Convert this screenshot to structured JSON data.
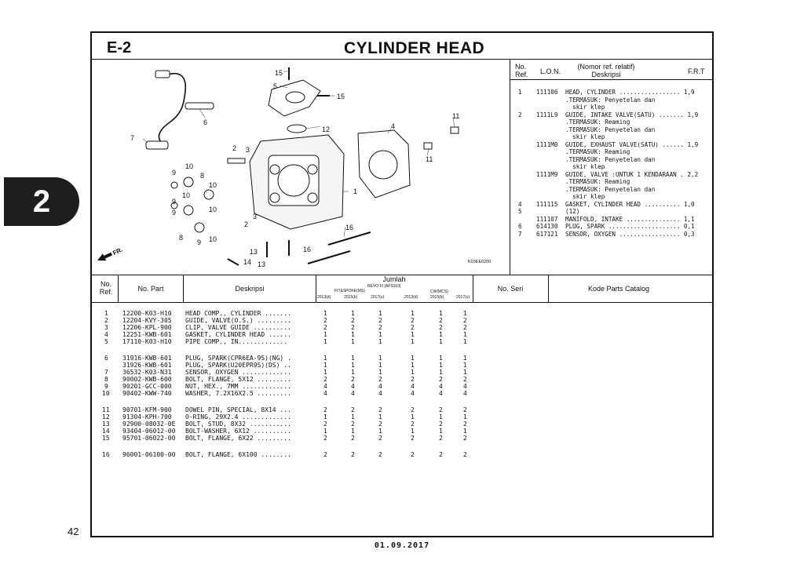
{
  "section": {
    "tab_number": "2",
    "code": "E-2",
    "title": "CYLINDER HEAD"
  },
  "page": {
    "number": "42",
    "date": "01.09.2017"
  },
  "diagram": {
    "code": "K03EE0200",
    "front_label": "FR.",
    "callouts": [
      "15",
      "5",
      "15",
      "12",
      "11",
      "4",
      "11",
      "6",
      "7",
      "2",
      "3",
      "10",
      "8",
      "9",
      "10",
      "10",
      "9",
      "9",
      "10",
      "3",
      "2",
      "1",
      "16",
      "13",
      "16",
      "13",
      "14",
      "8",
      "9",
      "10"
    ]
  },
  "ref_table": {
    "headers": {
      "no_ref": "No.\nRef.",
      "lon": "L.O.N.",
      "deskripsi": "(Nomor ref. relatif)\nDeskripsi",
      "frt": "F.R.T"
    },
    "rows": [
      {
        "ref": "1",
        "lon": "111106",
        "text": "HEAD, CYLINDER ................. 1,9"
      },
      {
        "ref": "",
        "lon": "",
        "text": ".TERMASUK: Penyetelan dan"
      },
      {
        "ref": "",
        "lon": "",
        "text": "  skir klep"
      },
      {
        "ref": "2",
        "lon": "1111L9",
        "text": "GUIDE, INTAKE VALVE(SATU) ....... 1,9"
      },
      {
        "ref": "",
        "lon": "",
        "text": ".TERMASUK: Reaming"
      },
      {
        "ref": "",
        "lon": "",
        "text": ".TERMASUK: Penyetelan dan"
      },
      {
        "ref": "",
        "lon": "",
        "text": "  skir klep"
      },
      {
        "ref": "",
        "lon": "1111M0",
        "text": "GUIDE, EXHAUST VALVE(SATU) ...... 1,9"
      },
      {
        "ref": "",
        "lon": "",
        "text": ".TERMASUK: Reaming"
      },
      {
        "ref": "",
        "lon": "",
        "text": ".TERMASUK: Penyetelan dan"
      },
      {
        "ref": "",
        "lon": "",
        "text": "  skir klep"
      },
      {
        "ref": "",
        "lon": "1111M9",
        "text": "GUIDE, VALVE :UNTUK 1 KENDARAAN . 2,2"
      },
      {
        "ref": "",
        "lon": "",
        "text": ".TERMASUK: Reaming"
      },
      {
        "ref": "",
        "lon": "",
        "text": ".TERMASUK: Penyetelan dan"
      },
      {
        "ref": "",
        "lon": "",
        "text": "  skir klep"
      },
      {
        "ref": "4",
        "lon": "111115",
        "text": "GASKET, CYLINDER HEAD .......... 1,0"
      },
      {
        "ref": "5",
        "lon": "",
        "text": "(12)"
      },
      {
        "ref": "",
        "lon": "111107",
        "text": "MANIFOLD, INTAKE ............... 1,1"
      },
      {
        "ref": "6",
        "lon": "614130",
        "text": "PLUG, SPARK .................... 0,1"
      },
      {
        "ref": "7",
        "lon": "617121",
        "text": "SENSOR, OXYGEN ................. 0,3"
      }
    ]
  },
  "parts_table": {
    "headers": {
      "no_ref": "No.\nRef.",
      "no_part": "No. Part",
      "deskripsi": "Deskripsi",
      "jumlah": "Jumlah",
      "group1": "REVO FI (AFS110)",
      "group2": "FIT&SPOKE(MS)",
      "group3": "CW(MCS)",
      "years": [
        "2013(d)",
        "2015(b)",
        "2017(u)",
        "2013(d)",
        "2015(b)",
        "2017(u)"
      ],
      "no_seri": "No. Seri",
      "kode": "Kode Parts Catalog"
    },
    "rows": [
      {
        "ref": "1",
        "part": "12200-K03-H10",
        "desc": "HEAD COMP., CYLINDER .......",
        "qty": [
          "1",
          "1",
          "1",
          "1",
          "1",
          "1"
        ]
      },
      {
        "ref": "2",
        "part": "12204-KVY-305",
        "desc": "GUIDE, VALVE(O.S.) .........",
        "qty": [
          "2",
          "2",
          "2",
          "2",
          "2",
          "2"
        ]
      },
      {
        "ref": "3",
        "part": "12206-KPL-900",
        "desc": "CLIP, VALVE GUIDE ..........",
        "qty": [
          "2",
          "2",
          "2",
          "2",
          "2",
          "2"
        ]
      },
      {
        "ref": "4",
        "part": "12251-KWB-601",
        "desc": "GASKET, CYLINDER HEAD ......",
        "qty": [
          "1",
          "1",
          "1",
          "1",
          "1",
          "1"
        ]
      },
      {
        "ref": "5",
        "part": "17110-K03-H10",
        "desc": "PIPE COMP., IN.............",
        "qty": [
          "1",
          "1",
          "1",
          "1",
          "1",
          "1"
        ]
      },
      {
        "ref": "6",
        "part": "31916-KWB-601",
        "desc": "PLUG, SPARK(CPR6EA-9S)(NG) .",
        "qty": [
          "1",
          "1",
          "1",
          "1",
          "1",
          "1"
        ]
      },
      {
        "ref": "",
        "part": "31926-KWB-601",
        "desc": "PLUG, SPARK(U20EPR9S)(DS) ..",
        "qty": [
          "1",
          "1",
          "1",
          "1",
          "1",
          "1"
        ]
      },
      {
        "ref": "7",
        "part": "36532-K03-N31",
        "desc": "SENSOR, OXYGEN .............",
        "qty": [
          "1",
          "1",
          "1",
          "1",
          "1",
          "1"
        ]
      },
      {
        "ref": "8",
        "part": "90002-KWB-600",
        "desc": "BOLT, FLANGE, 5X12 .........",
        "qty": [
          "2",
          "2",
          "2",
          "2",
          "2",
          "2"
        ]
      },
      {
        "ref": "9",
        "part": "90201-GCC-000",
        "desc": "NUT, HEX., 7MM .............",
        "qty": [
          "4",
          "4",
          "4",
          "4",
          "4",
          "4"
        ]
      },
      {
        "ref": "10",
        "part": "90402-KWW-740",
        "desc": "WASHER, 7.2X16X2.5 .........",
        "qty": [
          "4",
          "4",
          "4",
          "4",
          "4",
          "4"
        ]
      },
      {
        "ref": "11",
        "part": "90701-KFM-900",
        "desc": "DOWEL PIN, SPECIAL, 8X14 ...",
        "qty": [
          "2",
          "2",
          "2",
          "2",
          "2",
          "2"
        ]
      },
      {
        "ref": "12",
        "part": "91304-KPH-700",
        "desc": "O-RING, 29X2.4 .............",
        "qty": [
          "1",
          "1",
          "1",
          "1",
          "1",
          "1"
        ]
      },
      {
        "ref": "13",
        "part": "92900-08032-0E",
        "desc": "BOLT, STUD, 8X32 ...........",
        "qty": [
          "2",
          "2",
          "2",
          "2",
          "2",
          "2"
        ]
      },
      {
        "ref": "14",
        "part": "93404-06012-00",
        "desc": "BOLT-WASHER, 6X12 ..........",
        "qty": [
          "1",
          "1",
          "1",
          "1",
          "1",
          "1"
        ]
      },
      {
        "ref": "15",
        "part": "95701-06022-00",
        "desc": "BOLT, FLANGE, 6X22 .........",
        "qty": [
          "2",
          "2",
          "2",
          "2",
          "2",
          "2"
        ]
      },
      {
        "ref": "16",
        "part": "96001-06100-00",
        "desc": "BOLT, FLANGE, 6X100 ........",
        "qty": [
          "2",
          "2",
          "2",
          "2",
          "2",
          "2"
        ]
      }
    ]
  }
}
